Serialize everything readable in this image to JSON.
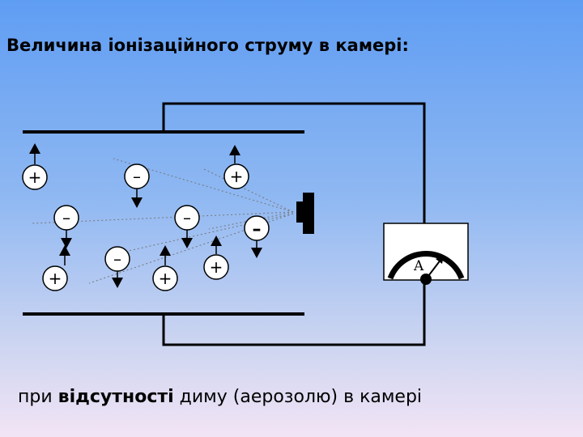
{
  "title": "Величина іонізаційного струму  в камері:",
  "caption": {
    "part1": "при ",
    "emphasis": "відсутності",
    "part2": " диму (аерозолю) в камері"
  },
  "meter": {
    "label": "A"
  },
  "charges": {
    "plus": "+",
    "minus": "–"
  },
  "colors": {
    "wire": "#000000",
    "dotted_ray": "#777777"
  }
}
